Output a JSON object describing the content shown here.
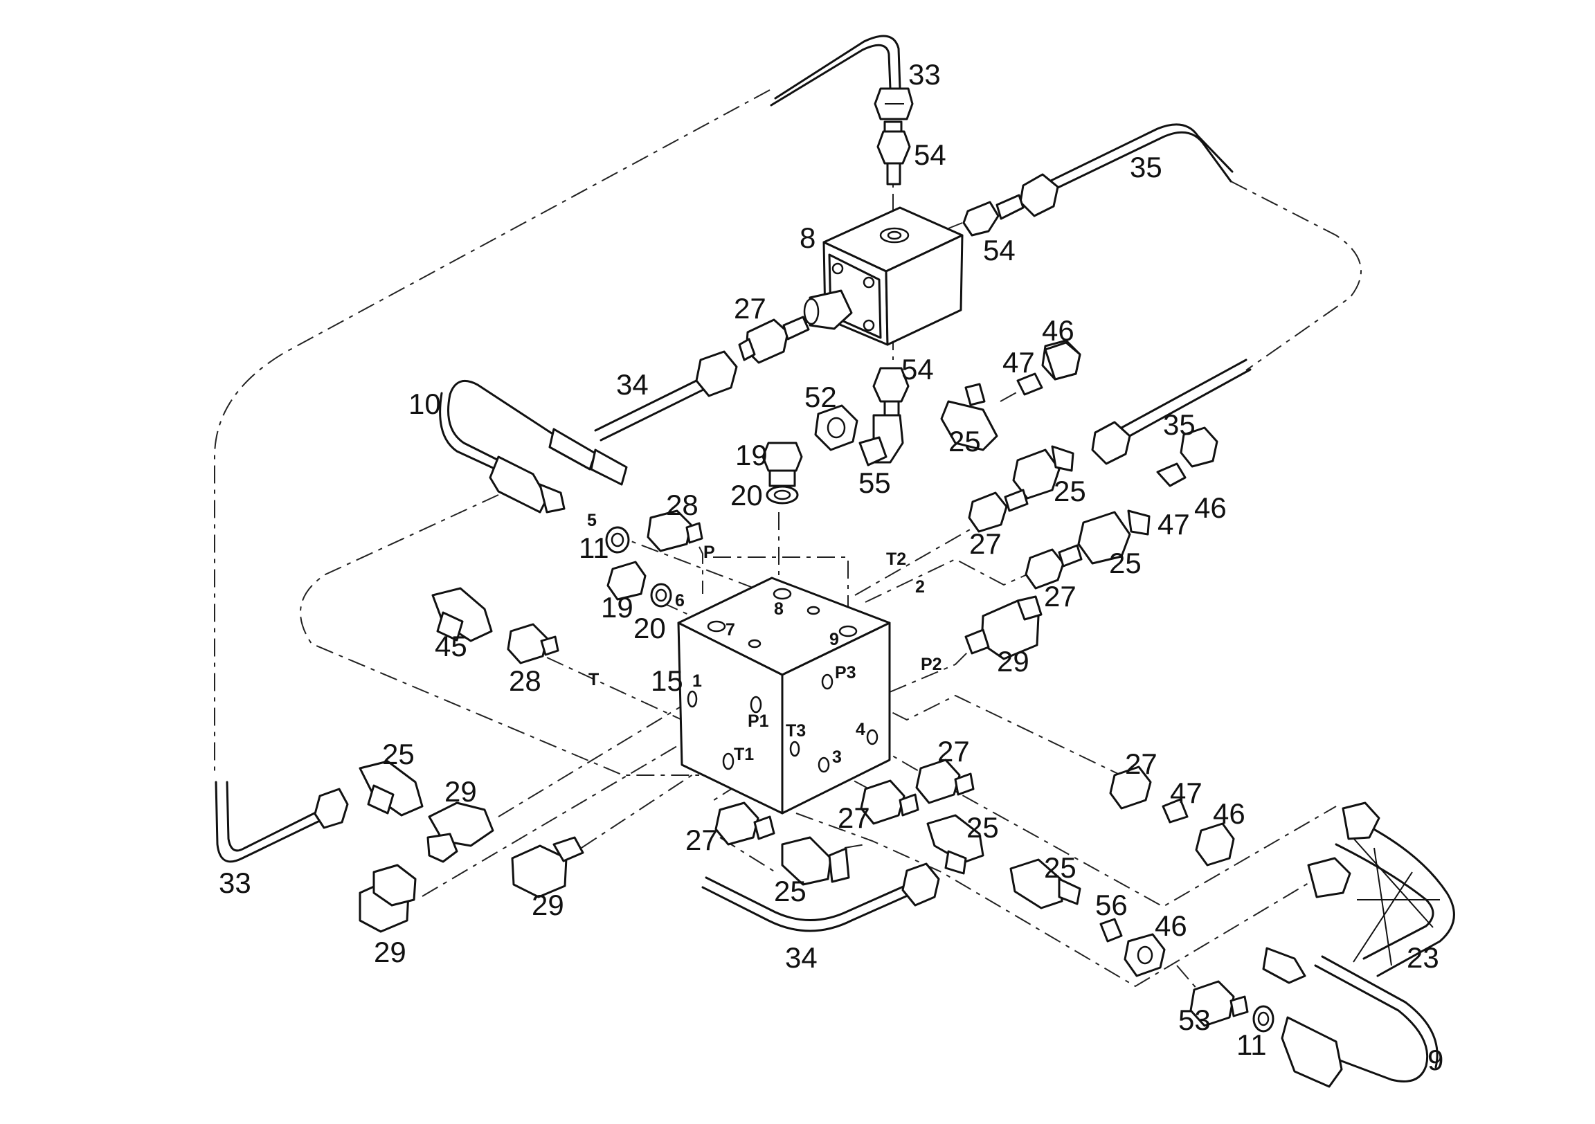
{
  "diagram": {
    "parts": {
      "p33_top": "33",
      "p33_bottom": "33",
      "p54_top": "54",
      "p54_right": "54",
      "p54_mid": "54",
      "p35_top": "35",
      "p35_mid": "35",
      "p8": "8",
      "p27_a": "27",
      "p27_b": "27",
      "p27_c": "27",
      "p27_d": "27",
      "p27_e": "27",
      "p27_f": "27",
      "p27_g": "27",
      "p46_a": "46",
      "p46_b": "46",
      "p46_c": "46",
      "p46_d": "46",
      "p47_a": "47",
      "p47_b": "47",
      "p47_c": "47",
      "p34_top": "34",
      "p34_bottom": "34",
      "p10": "10",
      "p52": "52",
      "p55": "55",
      "p25_a": "25",
      "p25_b": "25",
      "p25_c": "25",
      "p25_d": "25",
      "p25_e": "25",
      "p25_f": "25",
      "p25_g": "25",
      "p19_a": "19",
      "p19_b": "19",
      "p20_a": "20",
      "p20_b": "20",
      "p28_a": "28",
      "p28_b": "28",
      "p11_a": "11",
      "p11_b": "11",
      "p29_a": "29",
      "p29_b": "29",
      "p29_c": "29",
      "p29_d": "29",
      "p45": "45",
      "p15": "15",
      "p56": "56",
      "p53": "53",
      "p23": "23",
      "p9": "9"
    },
    "ports": {
      "port_5": "5",
      "port_6": "6",
      "port_p": "P",
      "port_t2": "T2",
      "port_2": "2",
      "port_7": "7",
      "port_8": "8",
      "port_9": "9",
      "port_t": "T",
      "port_1": "1",
      "port_p1": "P1",
      "port_p2": "P2",
      "port_p3": "P3",
      "port_t3": "T3",
      "port_4": "4",
      "port_t1": "T1",
      "port_3": "3"
    }
  }
}
